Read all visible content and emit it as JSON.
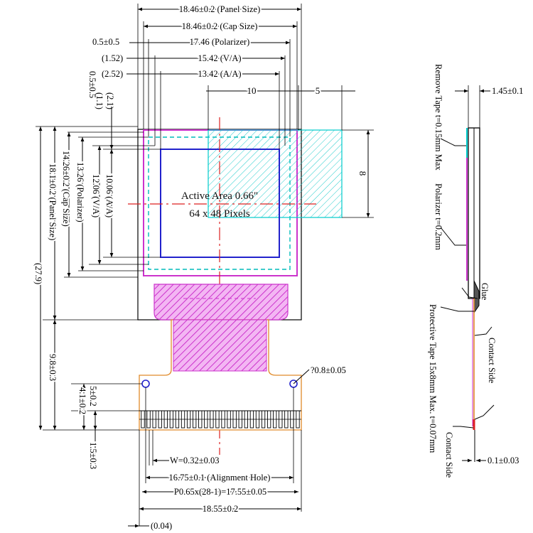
{
  "colors": {
    "outline": "#000000",
    "cap": "#cc33cc",
    "polarizer": "#00cccc",
    "active_area": "#2222cc",
    "fpc": "#cc33cc",
    "trace": "#e08a2a",
    "center_line": "#dd2222"
  },
  "top_dims": {
    "panel_size": "18.46±0.2 (Panel Size)",
    "cap_size": "18.46±0.2 (Cap Size)",
    "polarizer": "17.46 (Polarizer)",
    "va": "15.42 (V/A)",
    "aa": "13.42 (A/A)",
    "offset_polarizer": "0.5±0.5",
    "offset_va": "(1.52)",
    "offset_aa": "(2.52)",
    "ref_10": "10",
    "ref_5": "5"
  },
  "left_dims": {
    "top_offset_1": "0.5±0.5",
    "top_offset_2": "(1.1)",
    "top_offset_3": "(2.1)",
    "aa": "10.06 (A/A)",
    "va": "12.06 (V/A)",
    "polarizer": "13.26 (Polarizer)",
    "cap": "14.26±0.2 (Cap Size)",
    "panel": "18.1±0.2 (Panel Size)",
    "total": "(27.9)",
    "fpc_length": "9.8±0.3",
    "hole_pos_a": "4.1±0.2",
    "hole_pos_b": "5±0.2",
    "pad_height": "1.5±0.3"
  },
  "right_ref_dim": "8",
  "active_area": {
    "line1": "Active Area 0.66\"",
    "line2": "64 x 48 Pixels"
  },
  "hole_label": "?0.8±0.05",
  "bottom_dims": {
    "pad_width": "W=0.32±0.03",
    "alignment_hole": "16.75±0.1 (Alignment Hole)",
    "pitch": "P0.65x(28-1)=17.55±0.05",
    "total_width": "18.55±0.2",
    "edge_offset": "(0.04)"
  },
  "side_view": {
    "thickness": "1.45±0.1",
    "remove_tape": "Remove Tape t=0.15mm Max",
    "polarizer": "Polarizer t=0.2mm",
    "glue": "Glue",
    "protective_tape": "Protective Tape 15x8mm Max. t=0.07mm",
    "contact_side_top": "Contact Side",
    "contact_side_bottom": "Contact Side",
    "pad_thickness": "0.1±0.03"
  }
}
